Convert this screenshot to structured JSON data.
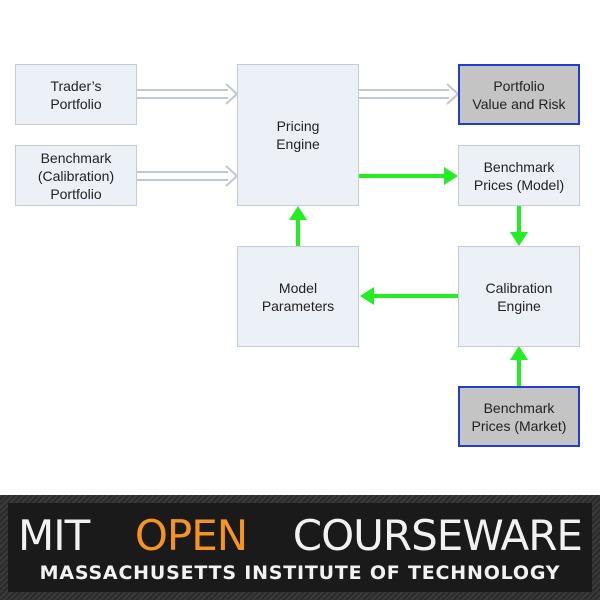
{
  "diagram": {
    "traders_portfolio": "Trader’s\nPortfolio",
    "benchmark_portfolio": "Benchmark\n(Calibration)\nPortfolio",
    "pricing_engine": "Pricing\nEngine",
    "portfolio_value_risk": "Portfolio\nValue and Risk",
    "benchmark_prices_model": "Benchmark\nPrices (Model)",
    "model_parameters": "Model\nParameters",
    "calibration_engine": "Calibration\nEngine",
    "benchmark_prices_market": "Benchmark\nPrices (Market)"
  },
  "colors": {
    "green_arrow": "#22ee22",
    "hollow_arrow": "#c0c8d4",
    "output_border": "#1f3fcf",
    "box_fill": "#ecf0f7",
    "output_fill": "#c4c4c4",
    "logo_accent": "#f7941d"
  },
  "banner": {
    "logo_part1": "MIT",
    "logo_part2": "OPEN",
    "logo_part3": "COURSEWARE",
    "subtitle": "MASSACHUSETTS INSTITUTE OF TECHNOLOGY"
  }
}
